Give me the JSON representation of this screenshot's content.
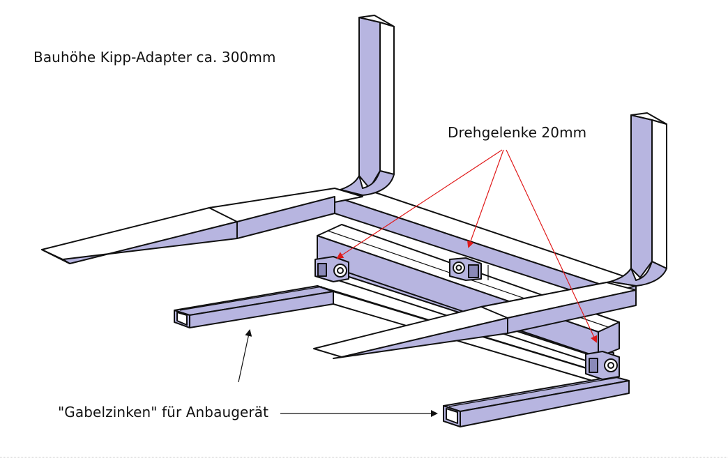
{
  "labels": {
    "height": "Bauhöhe Kipp-Adapter ca. 300mm",
    "joints": "Drehgelenke 20mm",
    "forks": "\"Gabelzinken\" für Anbaugerät"
  },
  "colors": {
    "steel": "#b7b5e0",
    "steel_shadow": "#8a89b8",
    "outline": "#111111",
    "arrow_red": "#e01a1a",
    "arrow_black": "#111111"
  }
}
